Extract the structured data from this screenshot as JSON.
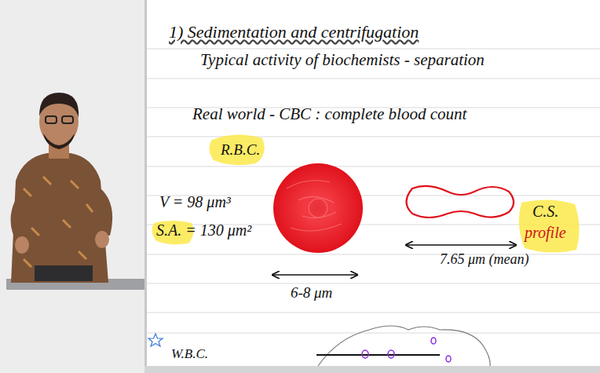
{
  "diagram": {
    "title": "1) Sedimentation and centrifugation",
    "labels": [
      "Typical activity of biochemists - separation",
      "Real world - CBC : complete blood count",
      "R.B.C.",
      "V = 98 μm³",
      "S.A. = 130 μm²",
      "6-8 μm",
      "C.S.",
      "profile",
      "7.65 μm (mean)",
      "W.B.C."
    ]
  }
}
